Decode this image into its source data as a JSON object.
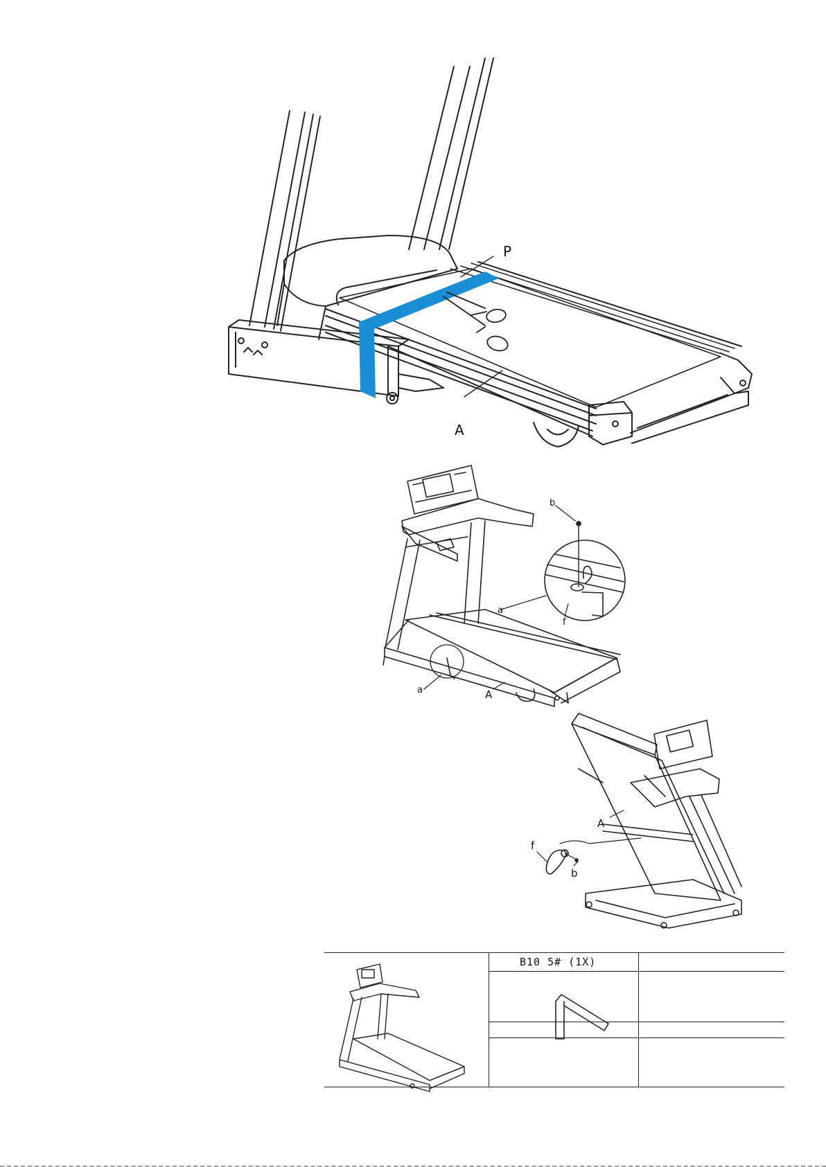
{
  "figure1": {
    "labels": {
      "tape": "P",
      "frame": "A"
    },
    "colors": {
      "tape": "#1a8fd6"
    },
    "icon": "scissors-icon"
  },
  "figure2": {
    "labels": {
      "bolt": "b",
      "part_a_detail": "a",
      "part_f": "f",
      "part_a": "a",
      "frame": "A"
    }
  },
  "figure3": {
    "labels": {
      "frame": "A",
      "part_f": "f",
      "bolt": "b"
    }
  },
  "parts_table": {
    "tool_label": "B10 5# (1X)",
    "tool_icon": "allen-key-icon"
  }
}
